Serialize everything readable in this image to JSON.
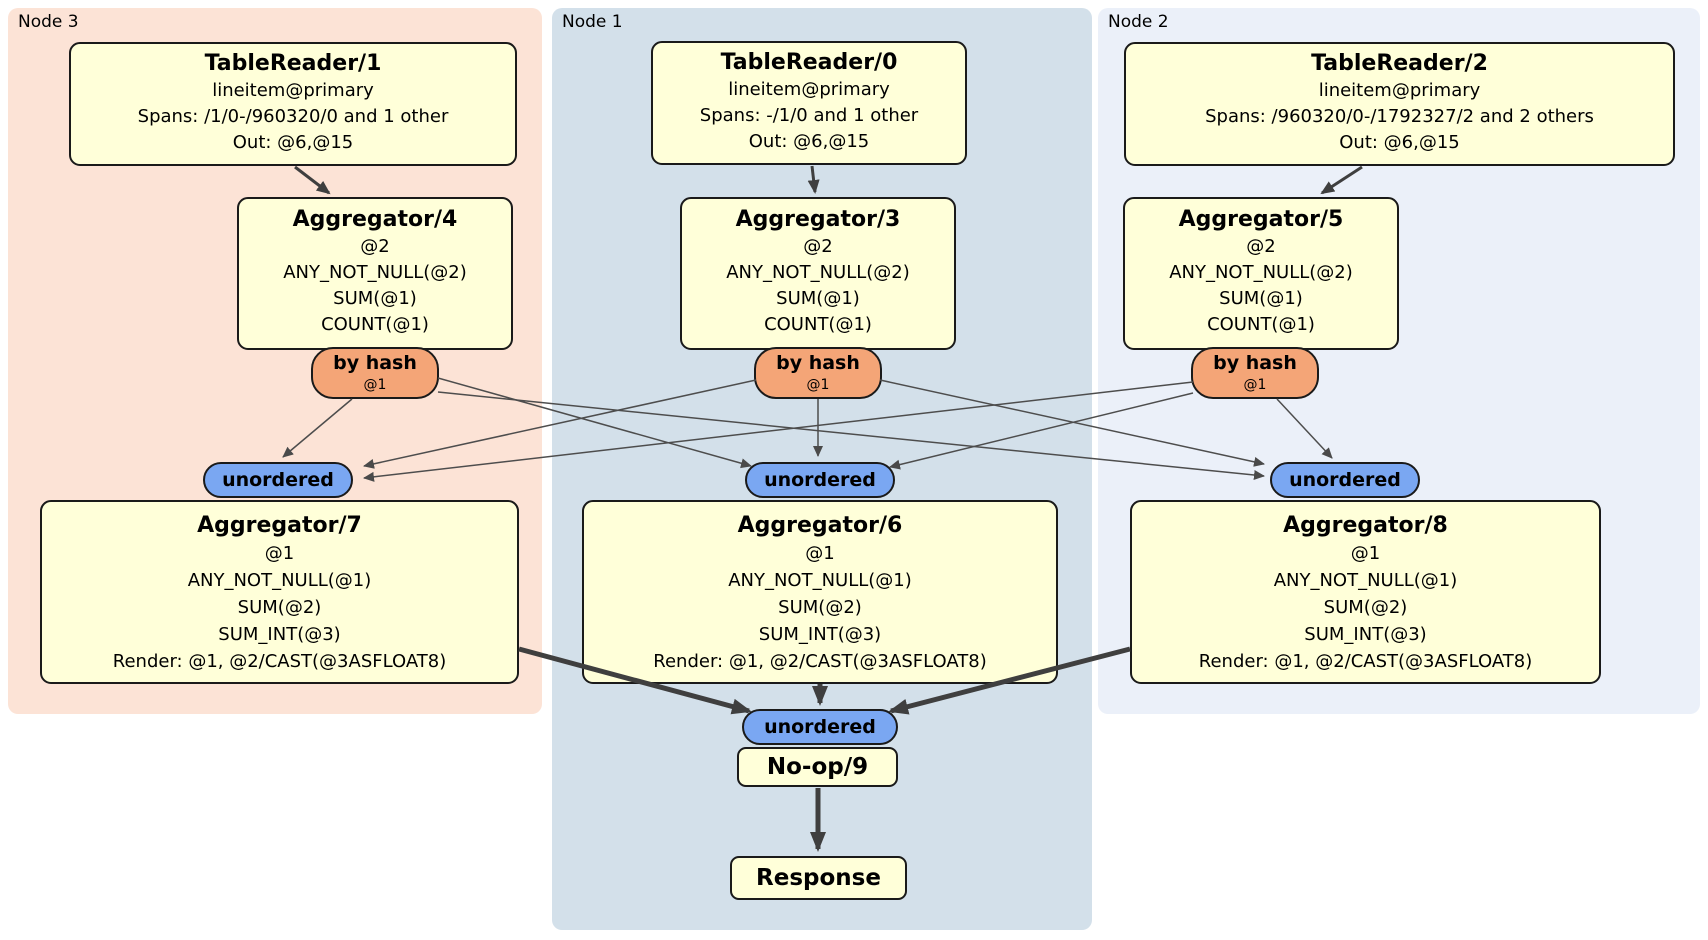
{
  "regions": [
    {
      "label": "Node 3"
    },
    {
      "label": "Node 1"
    },
    {
      "label": "Node 2"
    }
  ],
  "processors": {
    "tr1": {
      "title": "TableReader/1",
      "lines": [
        "lineitem@primary",
        "Spans: /1/0-/960320/0 and 1 other",
        "Out: @6,@15"
      ]
    },
    "tr0": {
      "title": "TableReader/0",
      "lines": [
        "lineitem@primary",
        "Spans: -/1/0 and 1 other",
        "Out: @6,@15"
      ]
    },
    "tr2": {
      "title": "TableReader/2",
      "lines": [
        "lineitem@primary",
        "Spans: /960320/0-/1792327/2 and 2 others",
        "Out: @6,@15"
      ]
    },
    "agg4": {
      "title": "Aggregator/4",
      "lines": [
        "@2",
        "ANY_NOT_NULL(@2)",
        "SUM(@1)",
        "COUNT(@1)"
      ]
    },
    "agg3": {
      "title": "Aggregator/3",
      "lines": [
        "@2",
        "ANY_NOT_NULL(@2)",
        "SUM(@1)",
        "COUNT(@1)"
      ]
    },
    "agg5": {
      "title": "Aggregator/5",
      "lines": [
        "@2",
        "ANY_NOT_NULL(@2)",
        "SUM(@1)",
        "COUNT(@1)"
      ]
    },
    "agg7": {
      "title": "Aggregator/7",
      "lines": [
        "@1",
        "ANY_NOT_NULL(@1)",
        "SUM(@2)",
        "SUM_INT(@3)",
        "Render: @1, @2/CAST(@3ASFLOAT8)"
      ]
    },
    "agg6": {
      "title": "Aggregator/6",
      "lines": [
        "@1",
        "ANY_NOT_NULL(@1)",
        "SUM(@2)",
        "SUM_INT(@3)",
        "Render: @1, @2/CAST(@3ASFLOAT8)"
      ]
    },
    "agg8": {
      "title": "Aggregator/8",
      "lines": [
        "@1",
        "ANY_NOT_NULL(@1)",
        "SUM(@2)",
        "SUM_INT(@3)",
        "Render: @1, @2/CAST(@3ASFLOAT8)"
      ]
    },
    "noop": {
      "title": "No-op/9"
    },
    "response": {
      "title": "Response"
    }
  },
  "routers": [
    {
      "label": "by hash",
      "detail": "@1"
    },
    {
      "label": "by hash",
      "detail": "@1"
    },
    {
      "label": "by hash",
      "detail": "@1"
    }
  ],
  "streams": [
    {
      "label": "unordered"
    },
    {
      "label": "unordered"
    },
    {
      "label": "unordered"
    },
    {
      "label": "unordered"
    }
  ],
  "colors": {
    "node3_bg": "#fce3d6",
    "node1_bg": "#d3e0ea",
    "node2_bg": "#ebf0f9",
    "processor_fill": "#ffffd9",
    "router_fill": "#f4a577",
    "stream_fill": "#7aa7f2",
    "border": "#1a1a1a",
    "edge": "#4a4a4a"
  },
  "edges": [
    {
      "from": "TableReader/1",
      "to": "Aggregator/4"
    },
    {
      "from": "TableReader/0",
      "to": "Aggregator/3"
    },
    {
      "from": "TableReader/2",
      "to": "Aggregator/5"
    },
    {
      "from": "Aggregator/4",
      "via": "by hash @1",
      "to": "Aggregator/7 unordered"
    },
    {
      "from": "Aggregator/4",
      "via": "by hash @1",
      "to": "Aggregator/6 unordered"
    },
    {
      "from": "Aggregator/4",
      "via": "by hash @1",
      "to": "Aggregator/8 unordered"
    },
    {
      "from": "Aggregator/3",
      "via": "by hash @1",
      "to": "Aggregator/7 unordered"
    },
    {
      "from": "Aggregator/3",
      "via": "by hash @1",
      "to": "Aggregator/6 unordered"
    },
    {
      "from": "Aggregator/3",
      "via": "by hash @1",
      "to": "Aggregator/8 unordered"
    },
    {
      "from": "Aggregator/5",
      "via": "by hash @1",
      "to": "Aggregator/7 unordered"
    },
    {
      "from": "Aggregator/5",
      "via": "by hash @1",
      "to": "Aggregator/6 unordered"
    },
    {
      "from": "Aggregator/5",
      "via": "by hash @1",
      "to": "Aggregator/8 unordered"
    },
    {
      "from": "Aggregator/7",
      "to": "No-op/9 unordered"
    },
    {
      "from": "Aggregator/6",
      "to": "No-op/9 unordered"
    },
    {
      "from": "Aggregator/8",
      "to": "No-op/9 unordered"
    },
    {
      "from": "No-op/9",
      "to": "Response"
    }
  ]
}
